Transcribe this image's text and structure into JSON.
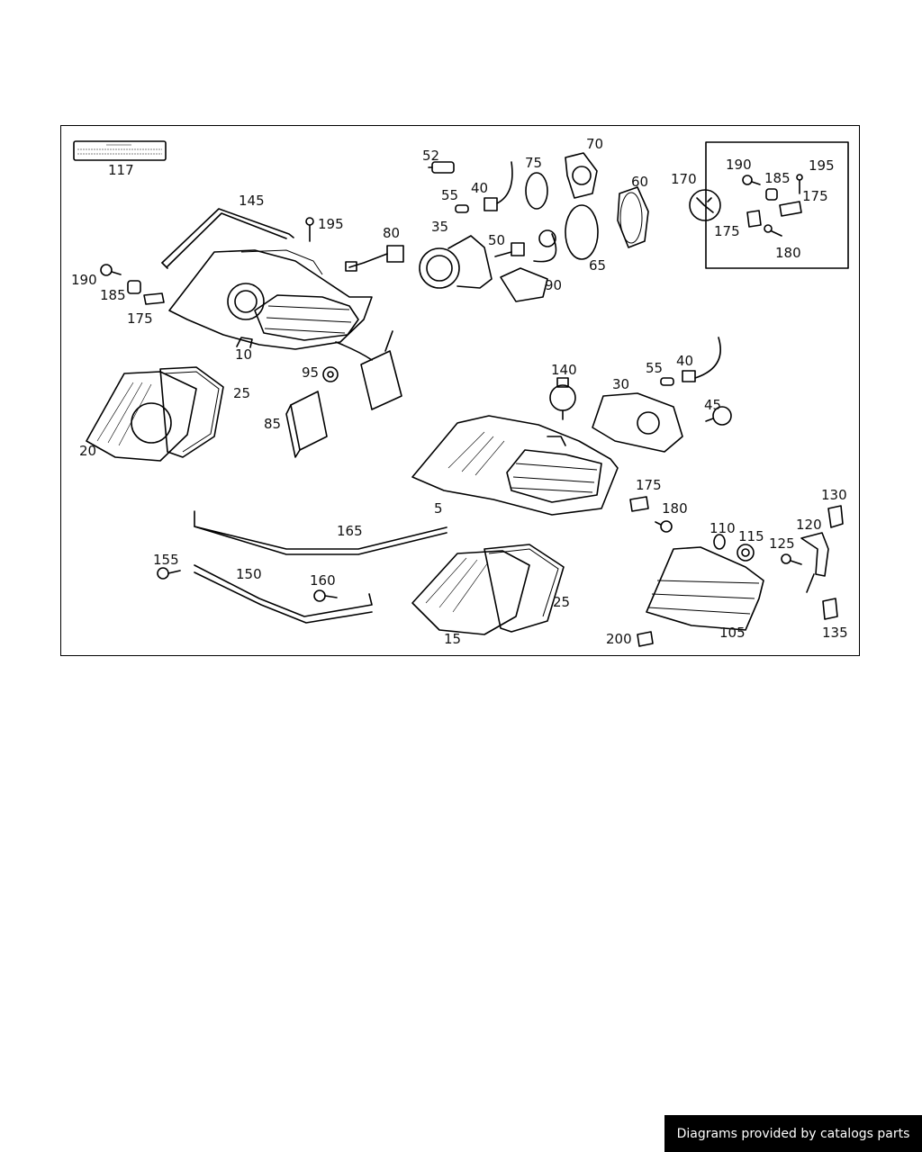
{
  "diagram": {
    "labels": {
      "p117": "117",
      "p145": "145",
      "p195a": "195",
      "p80": "80",
      "p190a": "190",
      "p185a": "185",
      "p175a": "175",
      "p10": "10",
      "p95": "95",
      "p85": "85",
      "p25a": "25",
      "p20": "20",
      "p52": "52",
      "p55a": "55",
      "p40a": "40",
      "p35": "35",
      "p75": "75",
      "p50": "50",
      "p90": "90",
      "p70": "70",
      "p60": "60",
      "p65": "65",
      "p170": "170",
      "p190b": "190",
      "p185b": "185",
      "p195b": "195",
      "p175b": "175",
      "p175c": "175",
      "p180a": "180",
      "p140": "140",
      "p30": "30",
      "p55b": "55",
      "p40b": "40",
      "p45": "45",
      "p5": "5",
      "p175d": "175",
      "p180b": "180",
      "p130": "130",
      "p110": "110",
      "p115": "115",
      "p120": "120",
      "p125": "125",
      "p165": "165",
      "p155": "155",
      "p150": "150",
      "p160": "160",
      "p25b": "25",
      "p15": "15",
      "p200": "200",
      "p105": "105",
      "p135": "135"
    }
  },
  "footer": {
    "credit": "Diagrams provided by catalogs parts"
  }
}
